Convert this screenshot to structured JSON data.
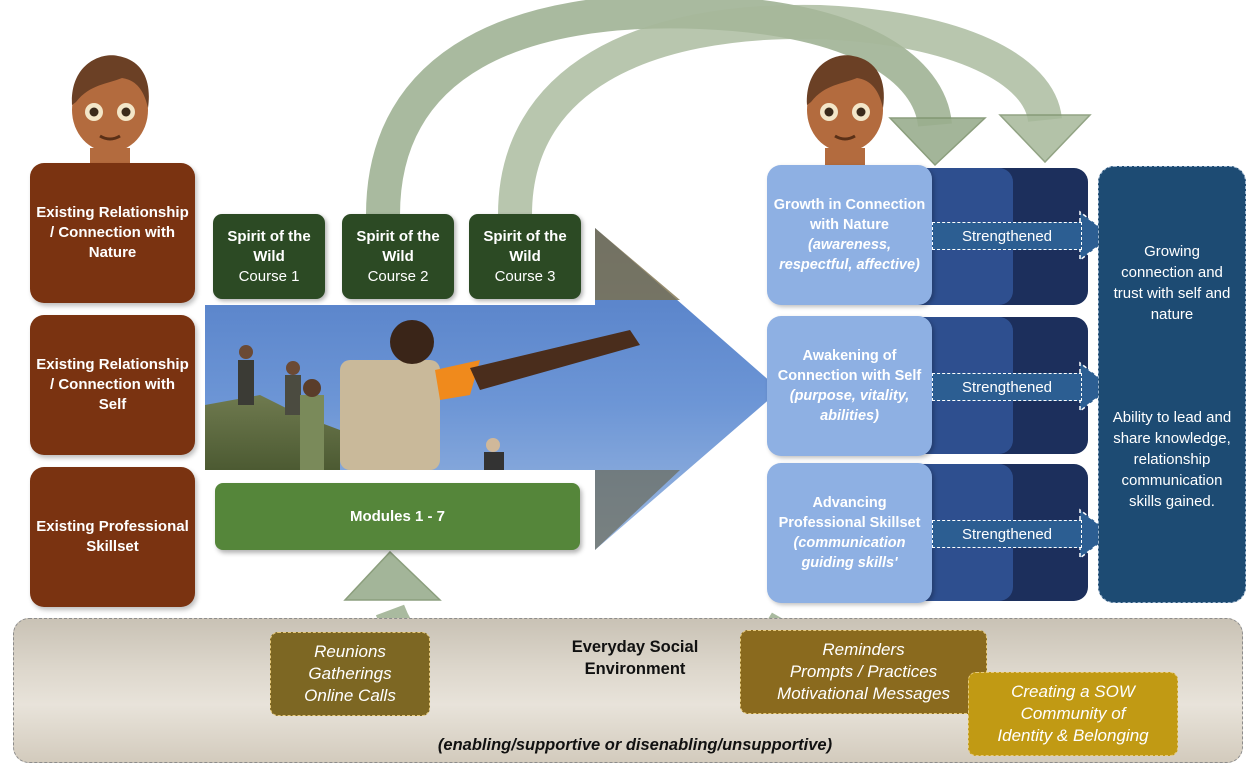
{
  "left_boxes": [
    "Existing Relationship / Connection with Nature",
    "Existing Relationship / Connection with Self",
    "Existing Professional Skillset"
  ],
  "courses": [
    {
      "title": "Spirit of the Wild",
      "sub": "Course 1"
    },
    {
      "title": "Spirit of the Wild",
      "sub": "Course 2"
    },
    {
      "title": "Spirit of the Wild",
      "sub": "Course 3"
    }
  ],
  "modules_label": "Modules 1 - 7",
  "growth_boxes": [
    {
      "title": "Growth in Connection with Nature",
      "sub": "(awareness, respectful, affective)"
    },
    {
      "title": "Awakening of Connection with Self",
      "sub": "(purpose, vitality, abilities)"
    },
    {
      "title": "Advancing Professional Skillset",
      "sub": "(communication guiding skills'"
    }
  ],
  "strengthened_label": "Strengthened",
  "outcomes": [
    "Growing connection and trust with self and nature",
    "Ability to lead and share knowledge, relationship communication skills gained."
  ],
  "environment": {
    "title": "Everyday Social Environment",
    "caption": "(enabling/supportive or disenabling/unsupportive)"
  },
  "reunions": [
    "Reunions",
    "Gatherings",
    "Online Calls"
  ],
  "reminders": [
    "Reminders",
    "Prompts / Practices",
    "Motivational Messages"
  ],
  "community": [
    "Creating a SOW",
    "Community of",
    "Identity & Belonging"
  ],
  "colors": {
    "brown": "#7a3311",
    "dark_green": "#2c4a24",
    "module_green": "#55863a",
    "light_blue": "#8eb0e3",
    "navy": "#1d4b73",
    "arrow_green": "#9aae8e",
    "gold": "#9a7a1c"
  }
}
